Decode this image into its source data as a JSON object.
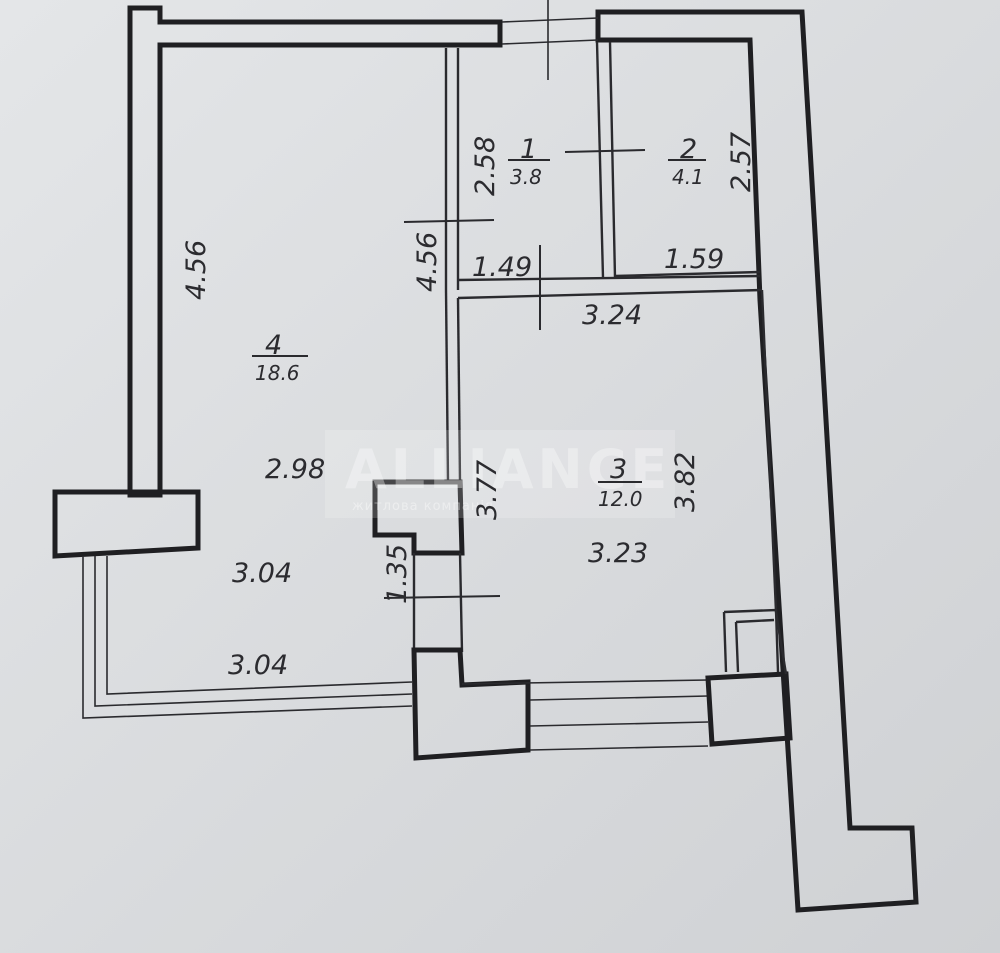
{
  "watermark": {
    "brand": "ALLIANCE",
    "subtitle": "житлова компанія"
  },
  "rooms": [
    {
      "number": "1",
      "area": "3.8"
    },
    {
      "number": "2",
      "area": "4.1"
    },
    {
      "number": "3",
      "area": "12.0"
    },
    {
      "number": "4",
      "area": "18.6"
    }
  ],
  "dimensions": {
    "room4_left": "4.56",
    "room4_right": "4.56",
    "room4_width": "2.98",
    "loggia_depth": "3.04",
    "loggia_width": "3.04",
    "room1_height": "2.58",
    "room1_width": "1.49",
    "room2_height": "2.57",
    "room2_width": "1.59",
    "room3_width_top": "3.24",
    "room3_left": "3.77",
    "room3_right": "3.82",
    "room3_width": "3.23",
    "opening": "1.35"
  }
}
